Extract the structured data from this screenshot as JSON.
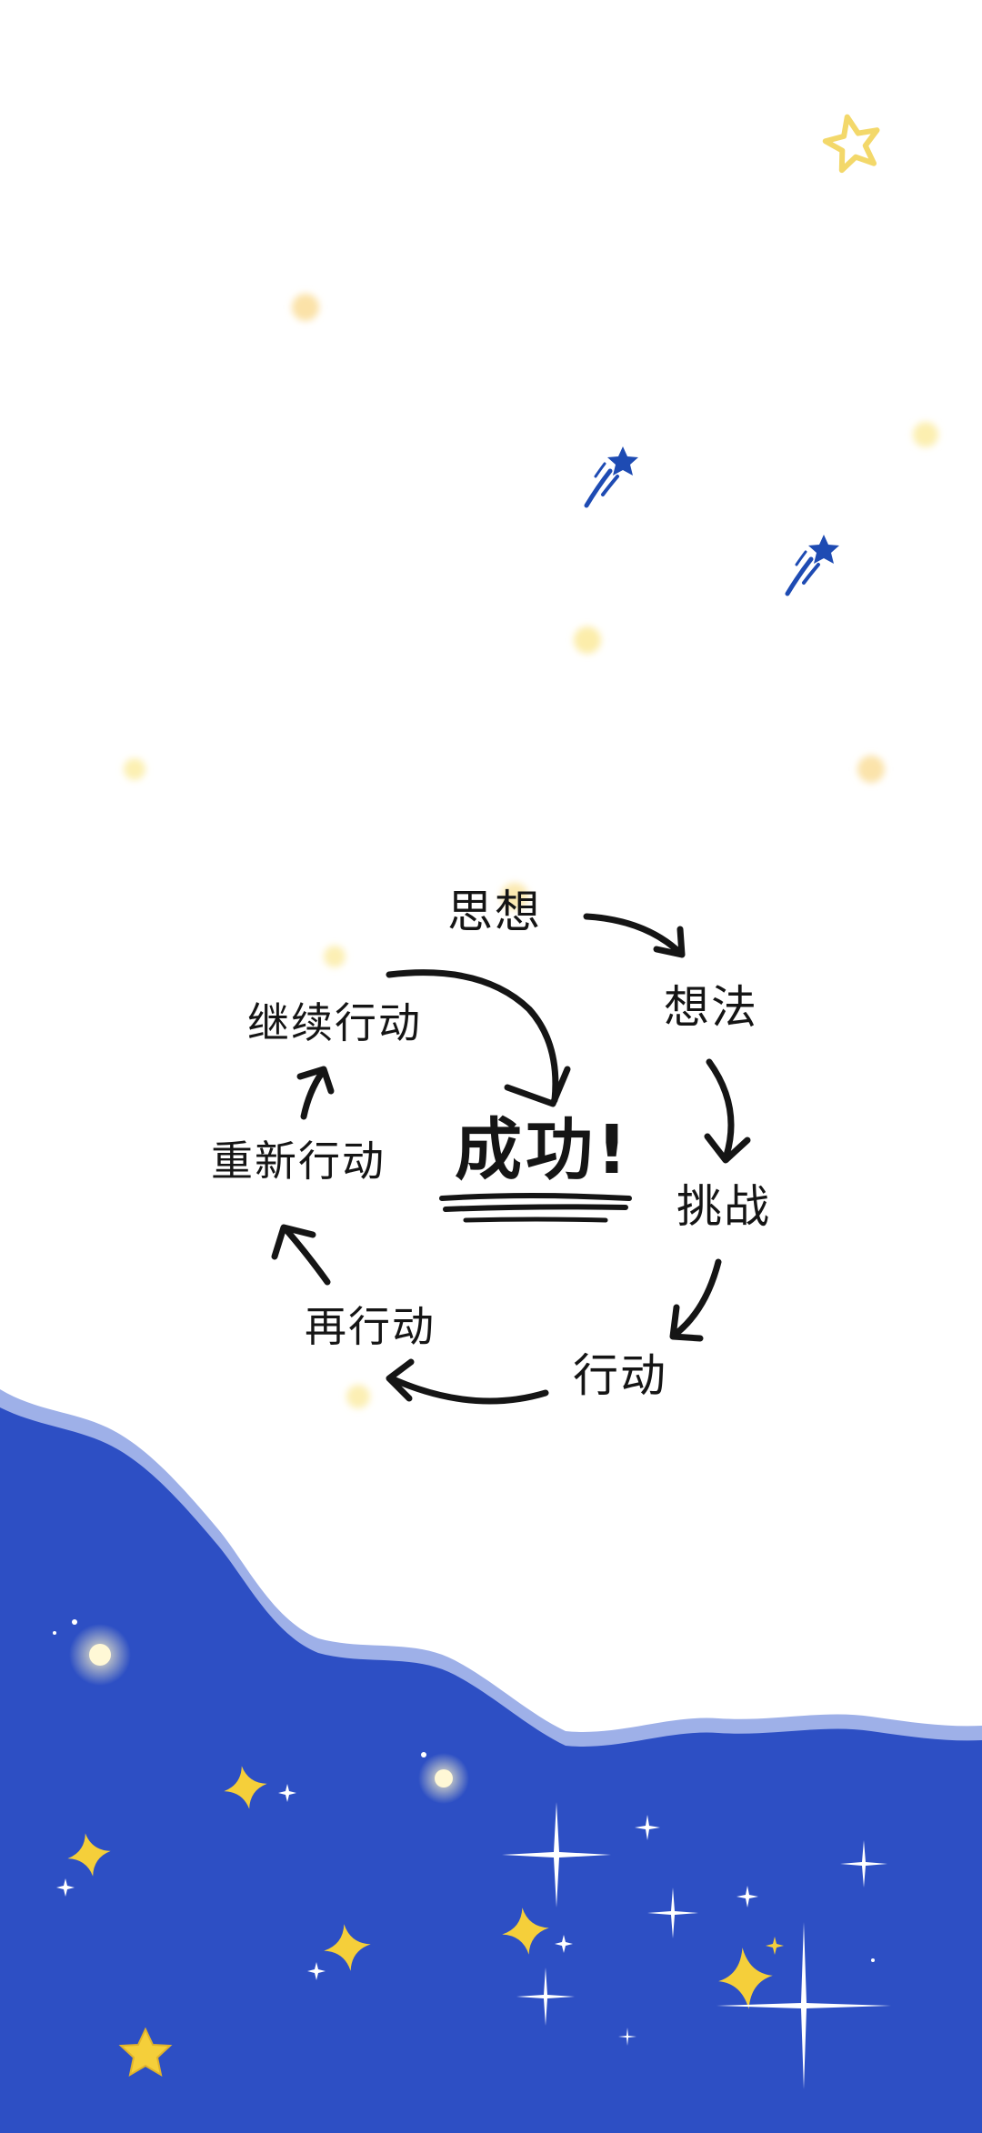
{
  "cycle": {
    "center": "成功!",
    "steps": [
      "思想",
      "想法",
      "挑战",
      "行动",
      "再行动",
      "重新行动",
      "继续行动"
    ]
  },
  "colors": {
    "background": "#ffffff",
    "sea": "#2d4fc4",
    "sea_edge": "#4e6fd6",
    "ink": "#151515",
    "star_yellow": "#f5cf3a",
    "dot_yellow": "#fbe7a6",
    "shooting_star": "#1e4bb3"
  },
  "icons": [
    "shooting-star-icon",
    "outline-star-icon",
    "star-icon",
    "sparkle-icon"
  ]
}
